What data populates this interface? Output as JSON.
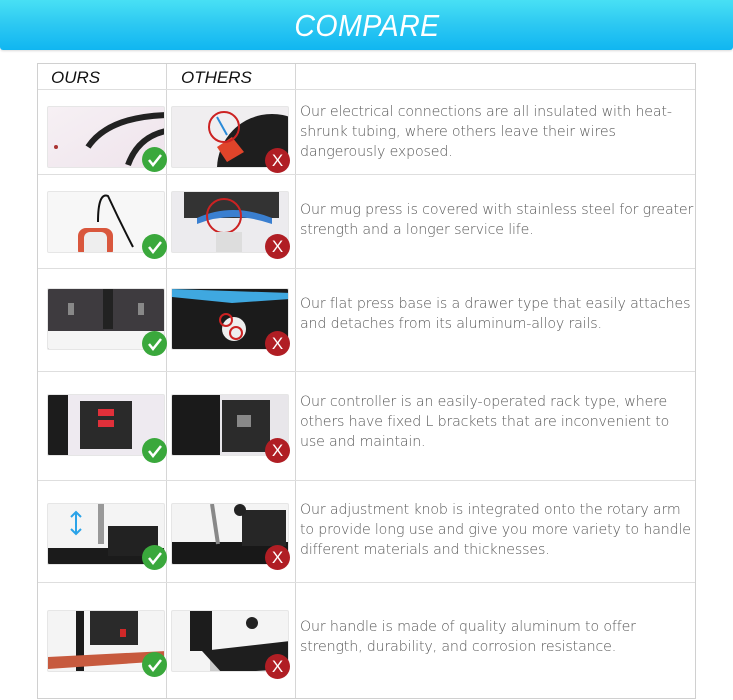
{
  "banner": {
    "title": "COMPARE",
    "color": "#1bbdf2"
  },
  "table": {
    "headers": {
      "ours": "OURS",
      "others": "OTHERS",
      "description": ""
    },
    "badges": {
      "ours_icon": "checkmark-icon",
      "ours_color": "#3aa83c",
      "others_icon": "x-icon",
      "others_label": "X",
      "others_color": "#b01e24"
    },
    "rows": [
      {
        "ours_image": "insulated-wire-connections",
        "others_image": "exposed-wires",
        "description": "Our electrical connections are all insulated with heat-shrunk tubing, where others leave their wires dangerously exposed."
      },
      {
        "ours_image": "stainless-mug-press",
        "others_image": "uncovered-mug-press",
        "description": "Our mug press is covered with stainless steel for greater strength and a longer service life."
      },
      {
        "ours_image": "drawer-type-base-rails",
        "others_image": "fixed-flat-press-base",
        "description": "Our flat press base is a drawer type that easily attaches and detaches from its aluminum-alloy rails."
      },
      {
        "ours_image": "rack-type-controller",
        "others_image": "l-bracket-controller",
        "description": "Our controller is an easily-operated rack type, where others have fixed L brackets that are inconvenient to use and maintain."
      },
      {
        "ours_image": "integrated-adjustment-knob",
        "others_image": "separate-adjustment-knob",
        "description": "Our adjustment knob is integrated onto the rotary arm to provide long use and give you more variety to handle different materials and thicknesses."
      },
      {
        "ours_image": "aluminum-handle",
        "others_image": "other-handle",
        "description": "Our handle is made of quality aluminum to offer strength, durability, and corrosion resistance."
      }
    ]
  }
}
